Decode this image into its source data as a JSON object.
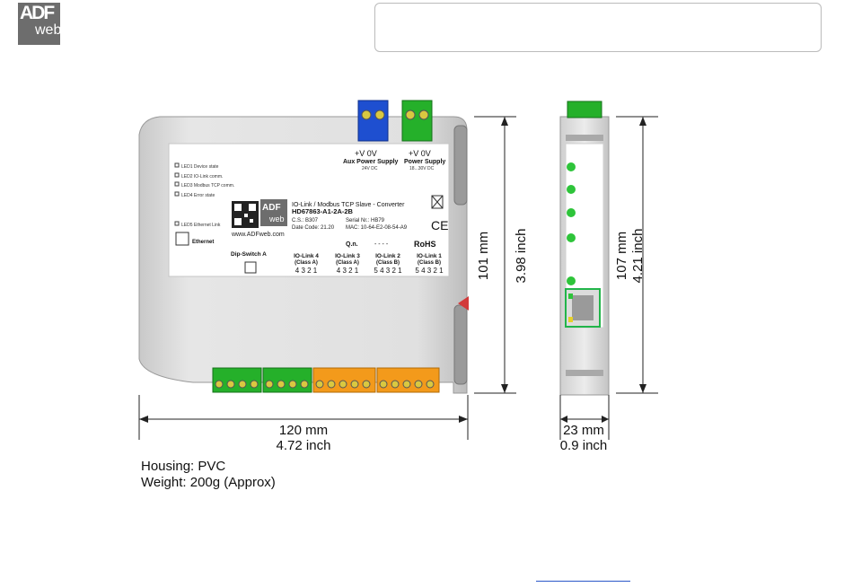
{
  "logo": {
    "line1": "ADF",
    "line2": "web"
  },
  "device": {
    "title": "IO-Link / Modbus TCP Slave - Converter",
    "model": "HD67863-A1-2A-2B",
    "cs": "C.S.: B307",
    "serial": "Serial Nr.: HB79",
    "date_code": "Date Code: 21.20",
    "mac": "MAC: 10-64-E2-08-54-A9",
    "website": "www.ADFweb.com",
    "leds": [
      "LED1 Device state",
      "LED2 IO-Link comm.",
      "LED3 Modbus TCP comm.",
      "LED4 Error state",
      "LED5 Ethernet Link"
    ],
    "ethernet": "Ethernet",
    "dip_switch": "Dip-Switch A",
    "qn": "Q.n.",
    "qn_value": "- - - -",
    "rohs": "RoHS",
    "ce": "CE",
    "aux_pins": "+V  0V",
    "aux_label": "Aux Power Supply",
    "aux_volt": "24V DC",
    "pwr_pins": "+V  0V",
    "pwr_label": "Power Supply",
    "pwr_volt": "18...30V DC",
    "io_links": [
      {
        "name": "IO-Link 4",
        "cls": "(Class A)",
        "pins": "4 3 2 1"
      },
      {
        "name": "IO-Link 3",
        "cls": "(Class A)",
        "pins": "4 3 2 1"
      },
      {
        "name": "IO-Link 2",
        "cls": "(Class B)",
        "pins": "5 4 3 2 1"
      },
      {
        "name": "IO-Link 1",
        "cls": "(Class B)",
        "pins": "5 4 3 2 1"
      }
    ]
  },
  "dimensions": {
    "front_height_mm": "101 mm",
    "front_height_in": "3.98  inch",
    "side_height_mm": "107 mm",
    "side_height_in": "4.21  inch",
    "width_mm": "120 mm",
    "width_in": "4.72 inch",
    "depth_mm": "23 mm",
    "depth_in": "0.9 inch"
  },
  "specs": {
    "housing": "Housing: PVC",
    "weight": "Weight: 200g (Approx)"
  },
  "colors": {
    "logo_bg": "#6d6d6d",
    "terminal_blue": "#1e4fd0",
    "terminal_green": "#25b02a",
    "terminal_orange": "#f39a1b",
    "led_green": "#2ec43a",
    "link": "#2b57c8"
  }
}
